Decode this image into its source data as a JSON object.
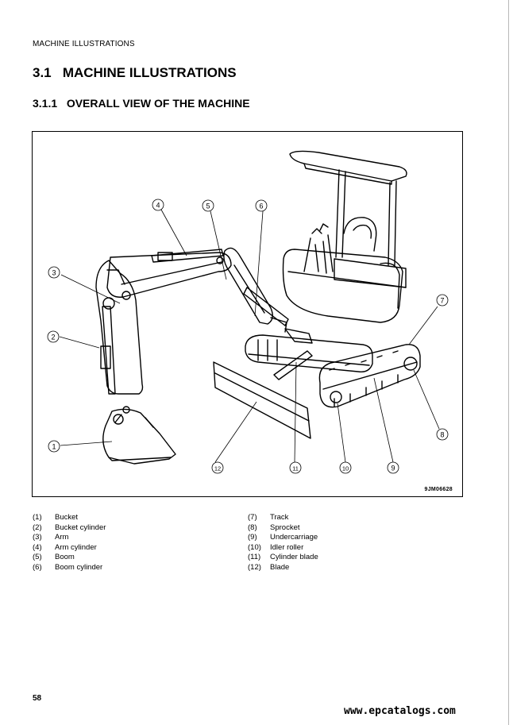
{
  "running_head": "MACHINE ILLUSTRATIONS",
  "section": {
    "number": "3.1",
    "title": "MACHINE ILLUSTRATIONS"
  },
  "subsection": {
    "number": "3.1.1",
    "title": "OVERALL VIEW OF THE MACHINE"
  },
  "figure": {
    "code": "9JM06628",
    "callouts": [
      "1",
      "2",
      "3",
      "4",
      "5",
      "6",
      "7",
      "8",
      "9",
      "10",
      "11",
      "12"
    ]
  },
  "legend": {
    "col1": [
      {
        "num": "(1)",
        "label": "Bucket"
      },
      {
        "num": "(2)",
        "label": "Bucket cylinder"
      },
      {
        "num": "(3)",
        "label": "Arm"
      },
      {
        "num": "(4)",
        "label": "Arm cylinder"
      },
      {
        "num": "(5)",
        "label": "Boom"
      },
      {
        "num": "(6)",
        "label": "Boom cylinder"
      }
    ],
    "col2": [
      {
        "num": "(7)",
        "label": "Track"
      },
      {
        "num": "(8)",
        "label": "Sprocket"
      },
      {
        "num": "(9)",
        "label": "Undercarriage"
      },
      {
        "num": "(10)",
        "label": "Idler roller"
      },
      {
        "num": "(11)",
        "label": "Cylinder blade"
      },
      {
        "num": "(12)",
        "label": "Blade"
      }
    ]
  },
  "page_number": "58",
  "watermark": "www.epcatalogs.com"
}
